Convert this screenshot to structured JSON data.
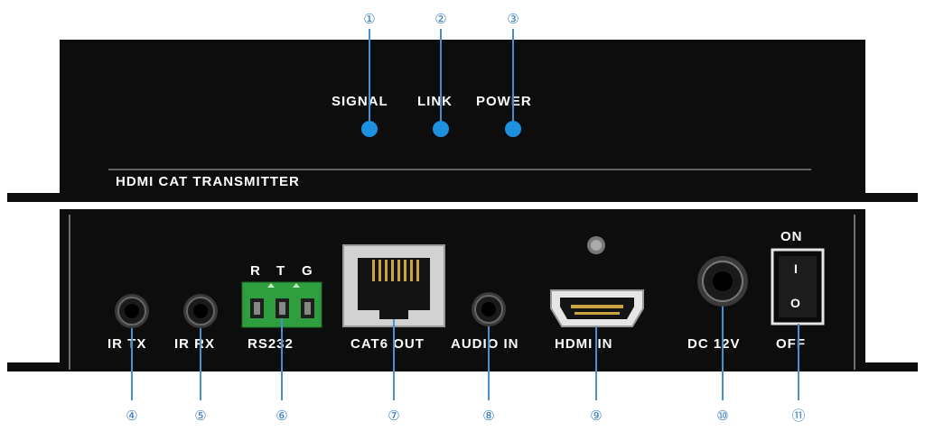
{
  "top_panel": {
    "led_labels": [
      "SIGNAL",
      "LINK",
      "POWER"
    ],
    "device_name": "HDMI CAT TRANSMITTER",
    "led_color": "#1e90e0"
  },
  "bottom_panel": {
    "rs232_pins": [
      "R",
      "T",
      "G"
    ],
    "port_labels": {
      "ir_tx": "IR TX",
      "ir_rx": "IR RX",
      "rs232": "RS232",
      "cat6_out": "CAT6 OUT",
      "audio_in": "AUDIO IN",
      "hdmi_in": "HDMI IN",
      "dc_12v": "DC 12V"
    },
    "switch_labels": {
      "on": "ON",
      "off": "OFF",
      "on_mark": "I",
      "off_mark": "O"
    }
  },
  "callouts": {
    "c1": "①",
    "c2": "②",
    "c3": "③",
    "c4": "④",
    "c5": "⑤",
    "c6": "⑥",
    "c7": "⑦",
    "c8": "⑧",
    "c9": "⑨",
    "c10": "⑩",
    "c11": "⑪"
  },
  "colors": {
    "panel": "#0d0d0d",
    "callout": "#3a7fc1",
    "terminal": "#2e9e3e"
  }
}
